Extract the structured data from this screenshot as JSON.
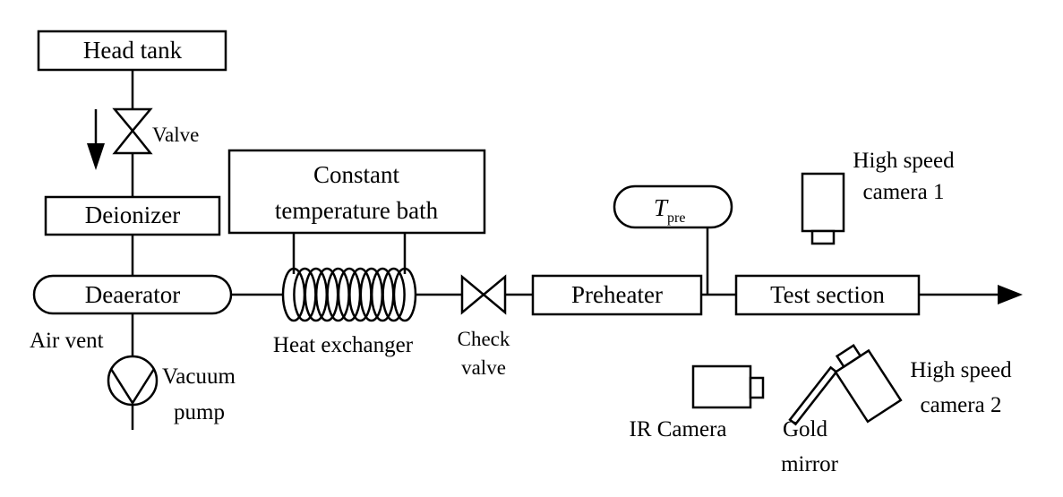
{
  "labels": {
    "head_tank": "Head tank",
    "valve": "Valve",
    "deionizer": "Deionizer",
    "deaerator": "Deaerator",
    "air_vent": "Air vent",
    "vacuum_pump": [
      "Vacuum",
      "pump"
    ],
    "constant_temperature_bath": [
      "Constant",
      "temperature bath"
    ],
    "heat_exchanger": "Heat exchanger",
    "check_valve": [
      "Check",
      "valve"
    ],
    "preheater": "Preheater",
    "t_pre": {
      "symbol": "T",
      "subscript": "pre"
    },
    "test_section": "Test section",
    "high_speed_camera_1": [
      "High speed",
      "camera 1"
    ],
    "high_speed_camera_2": [
      "High speed",
      "camera 2"
    ],
    "ir_camera": "IR Camera",
    "gold_mirror": [
      "Gold",
      "mirror"
    ]
  },
  "icons": {
    "valve": "gate-valve-icon",
    "check_valve": "check-valve-icon",
    "vacuum_pump": "pump-icon",
    "heat_exchanger": "coil-icon",
    "flow_arrow": "arrow-down-icon",
    "outlet_arrow": "arrow-right-icon"
  },
  "colors": {
    "stroke": "#000000",
    "background": "#ffffff"
  }
}
